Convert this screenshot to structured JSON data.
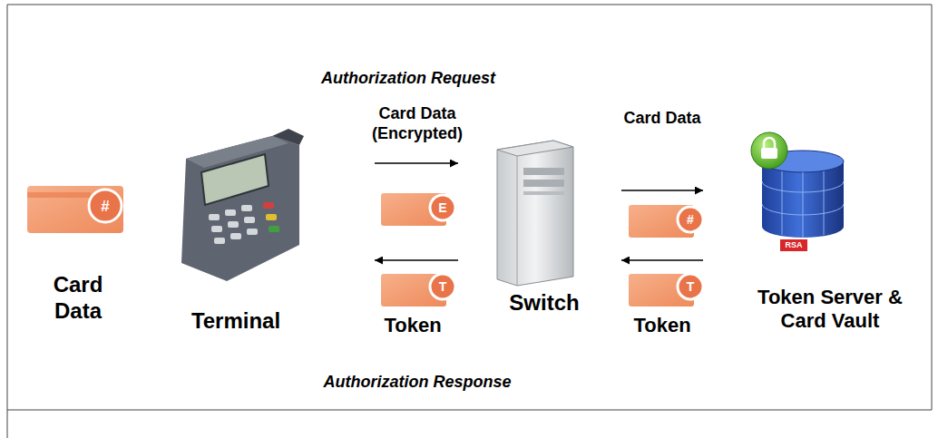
{
  "diagram": {
    "nodes": [
      {
        "text": [
          "Card Data"
        ]
      },
      {
        "text": [
          "Terminal"
        ]
      },
      {
        "text": [
          "Switch"
        ]
      },
      {
        "text": [
          "Token Server & Card Vault"
        ]
      }
    ],
    "edges": [
      {
        "from": 1,
        "to": 2,
        "arrow": "to",
        "label": "Card Data (Encrypted)"
      },
      {
        "from": 2,
        "to": 1,
        "arrow": "to",
        "label": "Token"
      },
      {
        "from": 2,
        "to": 3,
        "arrow": "to",
        "label": "Card Data"
      },
      {
        "from": 3,
        "to": 2,
        "arrow": "to",
        "label": "Token"
      }
    ],
    "labels": [
      "Authorization Request",
      "#",
      "E",
      "T",
      "#",
      "T",
      "RSA",
      "Authorization Response"
    ]
  }
}
